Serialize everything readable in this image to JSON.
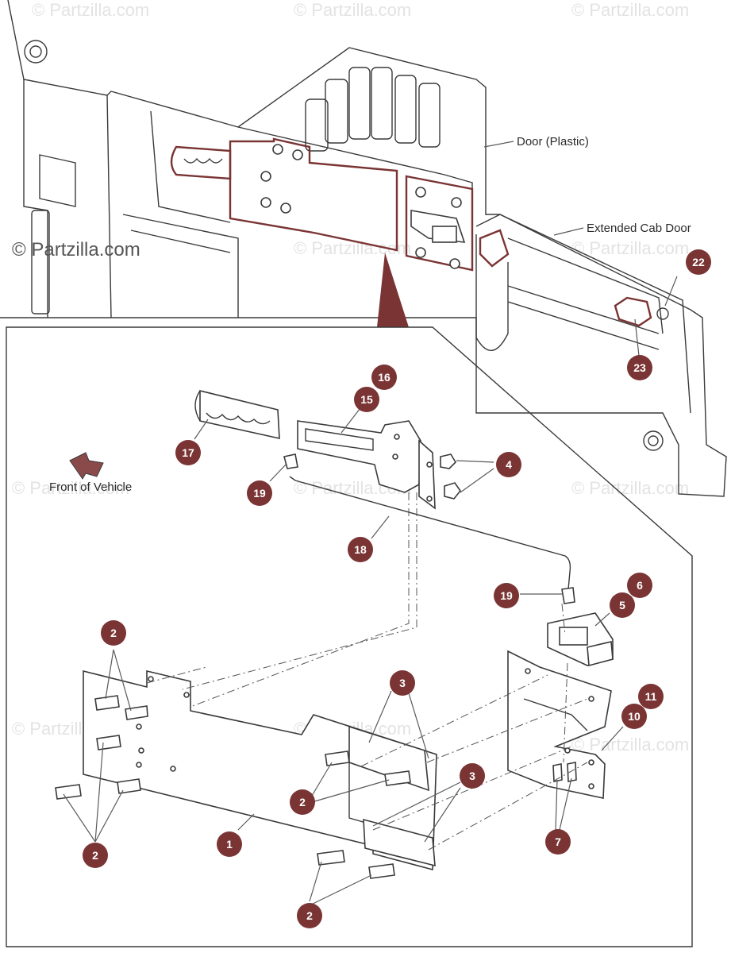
{
  "watermarks": {
    "brand": "© Partzilla.com"
  },
  "labels": {
    "door_plastic": "Door (Plastic)",
    "extended_cab_door": "Extended Cab Door",
    "front_of_vehicle": "Front of Vehicle"
  },
  "callouts": {
    "c22": "22",
    "c23": "23",
    "c16": "16",
    "c15": "15",
    "c17": "17",
    "c4": "4",
    "c19a": "19",
    "c18": "18",
    "c6": "6",
    "c5": "5",
    "c19b": "19",
    "c2a": "2",
    "c3a": "3",
    "c11": "11",
    "c10": "10",
    "c2b": "2",
    "c2c": "2",
    "c3b": "3",
    "c1": "1",
    "c7": "7",
    "c2d": "2"
  },
  "colors": {
    "callout_fill": "#7a3434",
    "accent_outline": "#7a3434",
    "line": "#3a3a3a"
  }
}
